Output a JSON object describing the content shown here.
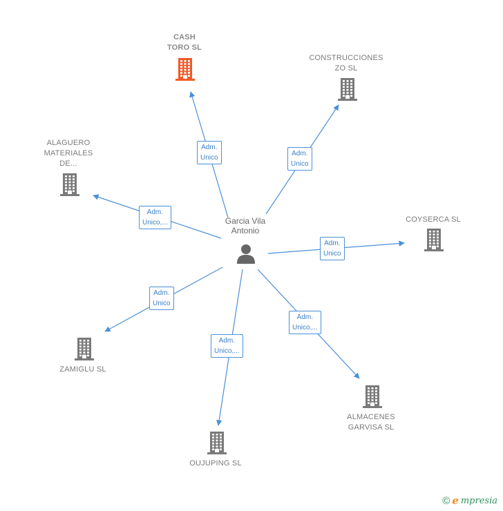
{
  "person": {
    "name": "Garcia Vila\nAntonio",
    "icon": "person-icon"
  },
  "companies": [
    {
      "id": "cash-toro",
      "label": "CASH\nTORO  SL",
      "highlight": true,
      "color": "#f05a28",
      "role": "Adm.\nUnico"
    },
    {
      "id": "construcciones-zo",
      "label": "CONSTRUCCIONES\nZO  SL",
      "highlight": false,
      "color": "#7a7a7a",
      "role": "Adm.\nUnico"
    },
    {
      "id": "alaguero",
      "label": "ALAGUERO\nMATERIALES\nDE...",
      "highlight": false,
      "color": "#7a7a7a",
      "role": "Adm.\nUnico,..."
    },
    {
      "id": "coyserca",
      "label": "COYSERCA  SL",
      "highlight": false,
      "color": "#7a7a7a",
      "role": "Adm.\nUnico"
    },
    {
      "id": "zamiglu",
      "label": "ZAMIGLU SL",
      "highlight": false,
      "color": "#7a7a7a",
      "role": "Adm.\nUnico"
    },
    {
      "id": "oujuping",
      "label": "OUJUPING  SL",
      "highlight": false,
      "color": "#7a7a7a",
      "role": "Adm.\nUnico,..."
    },
    {
      "id": "almacenes-garvisa",
      "label": "ALMACENES\nGARVISA SL",
      "highlight": false,
      "color": "#7a7a7a",
      "role": "Adm.\nUnico,..."
    }
  ],
  "colors": {
    "edge": "#4a8fd8",
    "person": "#666666",
    "building": "#7a7a7a",
    "highlight": "#f05a28"
  },
  "brand": {
    "copyright": "©",
    "initial": "e",
    "rest": "mpresia"
  }
}
